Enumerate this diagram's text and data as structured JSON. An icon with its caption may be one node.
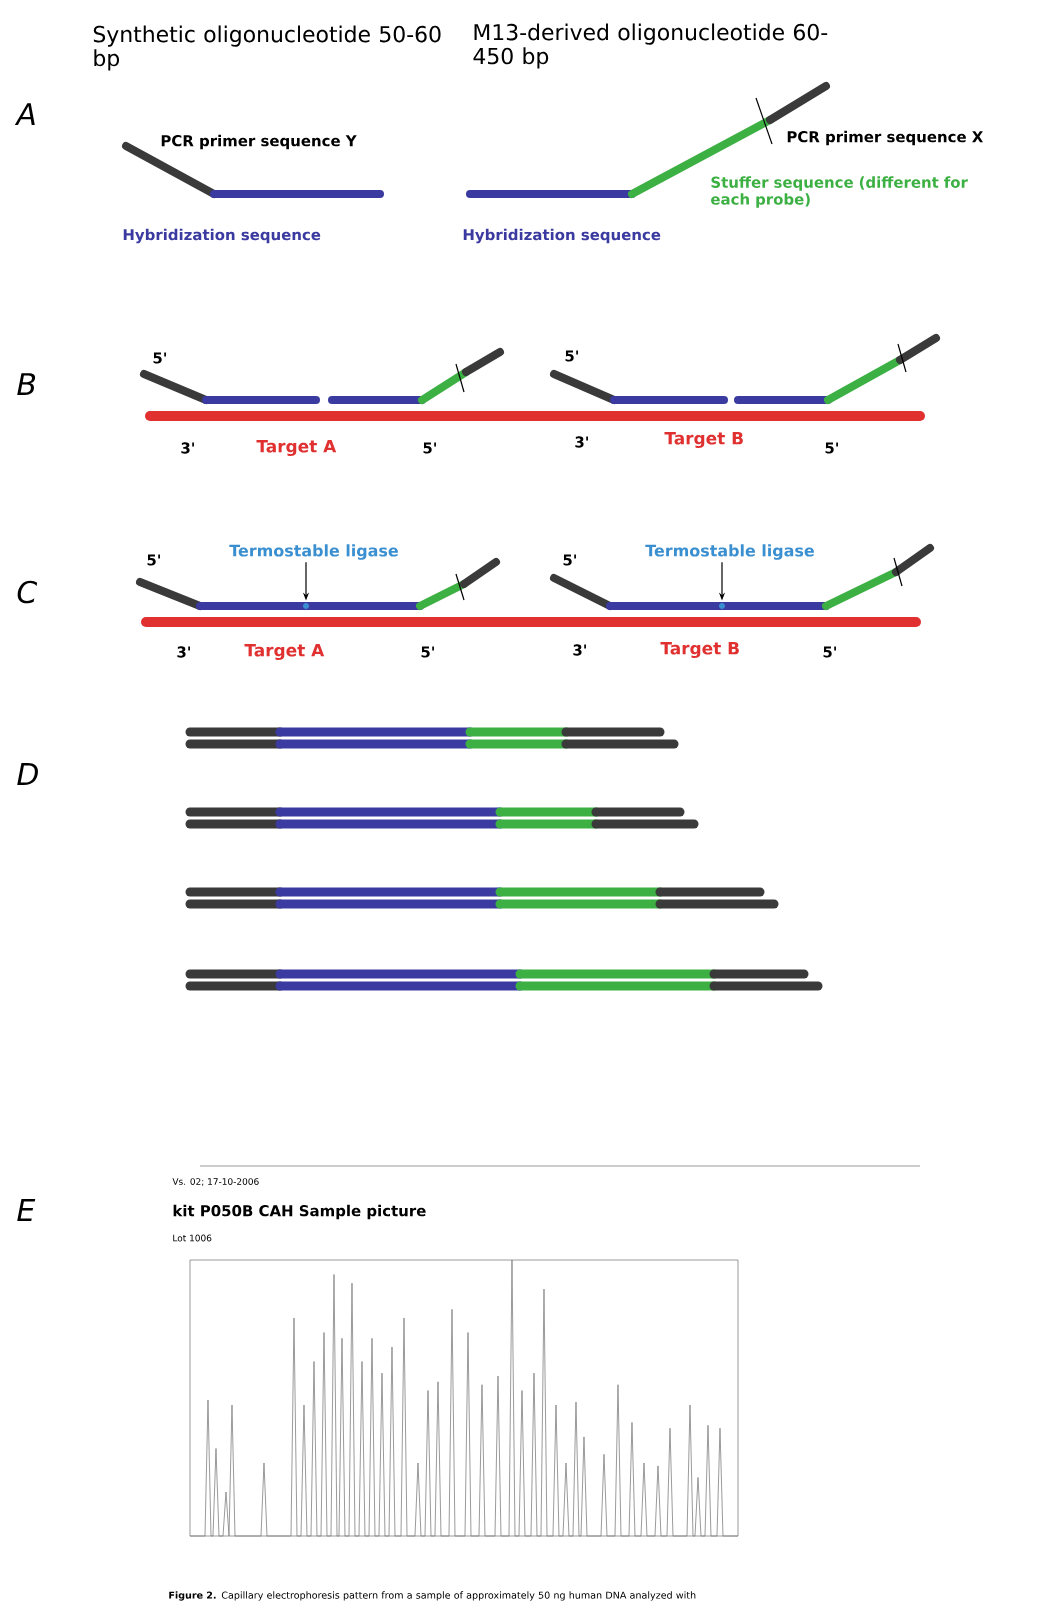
{
  "diagram": {
    "nodes": [
      {
        "text": [
          "Termostable ligase"
        ]
      },
      {
        "text": [],
        "shape": "circle"
      },
      {
        "text": [
          "Termostable ligase"
        ]
      },
      {
        "text": [],
        "shape": "circle"
      }
    ],
    "edges": [
      {
        "from": 0,
        "to": 1,
        "arrow": "to"
      },
      {
        "from": 2,
        "to": 3,
        "arrow": "to"
      }
    ],
    "labels": [
      "Synthetic oligonucleotide 50-60 bp",
      "M13-derived oligonucleotide 60-450 bp",
      "A",
      "PCR primer sequence Y",
      "PCR primer sequence X",
      "Stuffer sequence (different for each probe)",
      "Hybridization sequence",
      "Hybridization sequence",
      "B",
      "5'",
      "5'",
      "3'",
      "Target A",
      "5'",
      "3'",
      "Target B",
      "5'",
      "C",
      "5'",
      "5'",
      "3'",
      "Target A",
      "5'",
      "3'",
      "Target B",
      "5'",
      "D",
      "E",
      "Vs. 02; 17-10-2006",
      "kit P050B CAH Sample picture",
      "Lot 1006",
      "**Figure 2.** Capillary electrophoresis pattern from a sample of approximately 50 ng human DNA analyzed with"
    ]
  }
}
